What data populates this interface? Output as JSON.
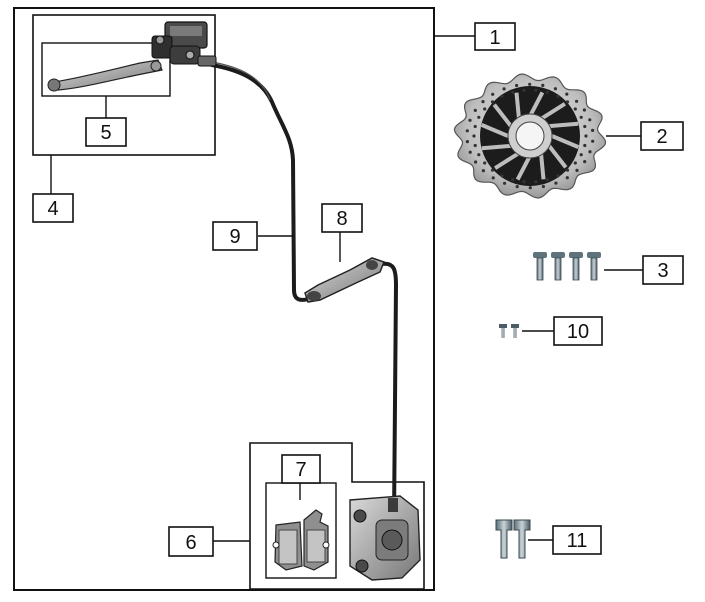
{
  "callouts": {
    "c1": "1",
    "c2": "2",
    "c3": "3",
    "c4": "4",
    "c5": "5",
    "c6": "6",
    "c7": "7",
    "c8": "8",
    "c9": "9",
    "c10": "10",
    "c11": "11"
  },
  "icons": {
    "master_cylinder": "brake-master-cylinder-icon",
    "lever": "brake-lever-icon",
    "disc": "brake-disc-icon",
    "caliper": "brake-caliper-icon",
    "pads": "brake-pads-icon",
    "bolt": "bolt-icon",
    "hose": "brake-hose-icon",
    "clip": "hose-clip-icon"
  },
  "colors": {
    "line": "#111111",
    "metal": "#8c8c8c",
    "dark_metal": "#3a3a3a",
    "background": "#ffffff"
  }
}
